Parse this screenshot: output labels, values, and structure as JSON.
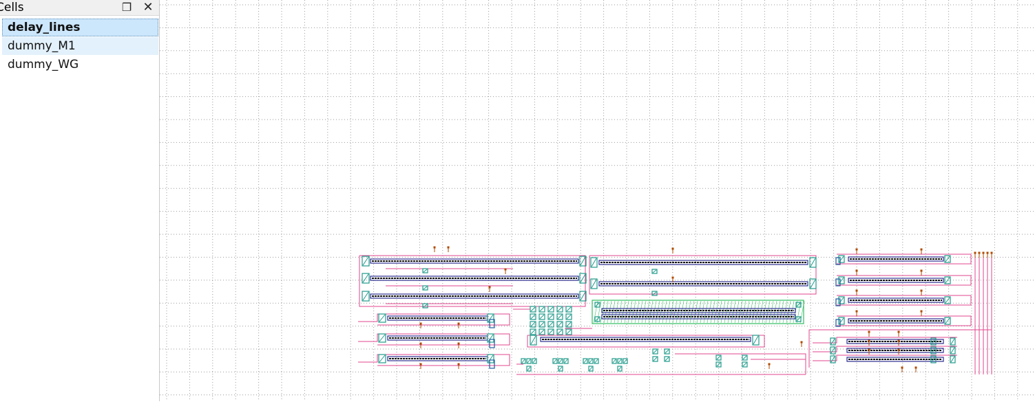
{
  "panel": {
    "title": "Cells",
    "float_icon": "restore-window-icon",
    "close_icon": "close-icon"
  },
  "cells": [
    {
      "name": "delay_lines",
      "state": "selected"
    },
    {
      "name": "dummy_M1",
      "state": "hover"
    },
    {
      "name": "dummy_WG",
      "state": "normal"
    }
  ],
  "colors": {
    "grid": "#9a9a9a",
    "waveguide": "#2b2b8f",
    "waveguide_core": "#111111",
    "routing": "#e0468c",
    "component": "#1f9a8a",
    "pad": "#b04a00",
    "hatch": "#2fbf5f",
    "port": "#1a5aa0"
  }
}
